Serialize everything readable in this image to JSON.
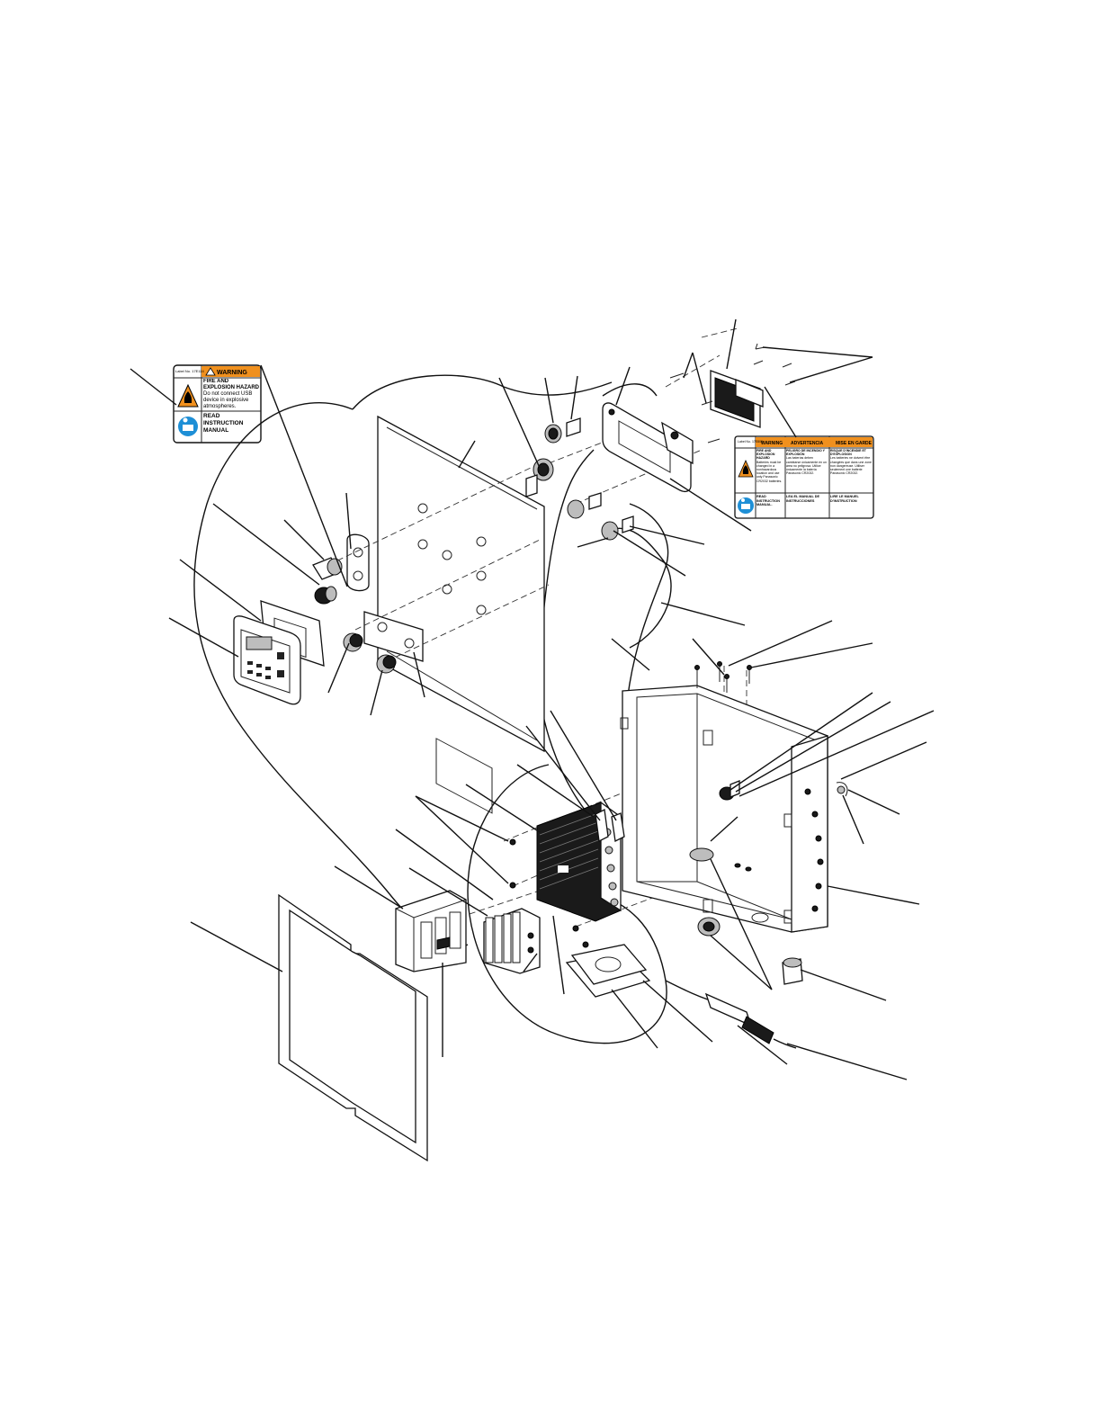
{
  "label_small": {
    "part_no": "Label No. 17E114",
    "signal_word": "WARNING",
    "hazard_title": "FIRE AND EXPLOSION HAZARD",
    "hazard_text": "Do not connect USB device in explosive atmospheres.",
    "read_title": "READ INSTRUCTION MANUAL"
  },
  "label_large": {
    "part_no": "Label No. 17E805",
    "col_en": {
      "signal_word": "WARNING",
      "hazard_title": "FIRE AND EXPLOSION HAZARD",
      "hazard_text": "Batteries must be changed in a nonhazardous location and use only Panasonic CR2032 batteries.",
      "read_title": "READ INSTRUCTION MANUAL."
    },
    "col_es": {
      "signal_word": "ADVERTENCIA",
      "hazard_title": "PELIGRO DE INCENDIO Y EXPLOSIÓN",
      "hazard_text": "Las baterías deben cambiarse únicamente en un área no peligrosa. Utilice únicamente la batería Panasonic CR2032.",
      "read_title": "LEA EL MANUAL DE INSTRUCCIONES"
    },
    "col_fr": {
      "signal_word": "MISE EN GARDE",
      "hazard_title": "RISQUE D'INCENDIE ET D'EXPLOSION",
      "hazard_text": "Les batteries ne doivent être changées que dans une zone non dangereuse. Utiliser seulement une batterie Panasonic CR2032.",
      "read_title": "LIRE LE MANUEL D'INSTRUCTION"
    }
  },
  "colors": {
    "warning_orange": "#f0901e",
    "manual_blue": "#1e8fd6",
    "line": "#111111"
  },
  "icons": [
    "fire-hazard-icon",
    "read-manual-icon",
    "warning-triangle-icon"
  ]
}
